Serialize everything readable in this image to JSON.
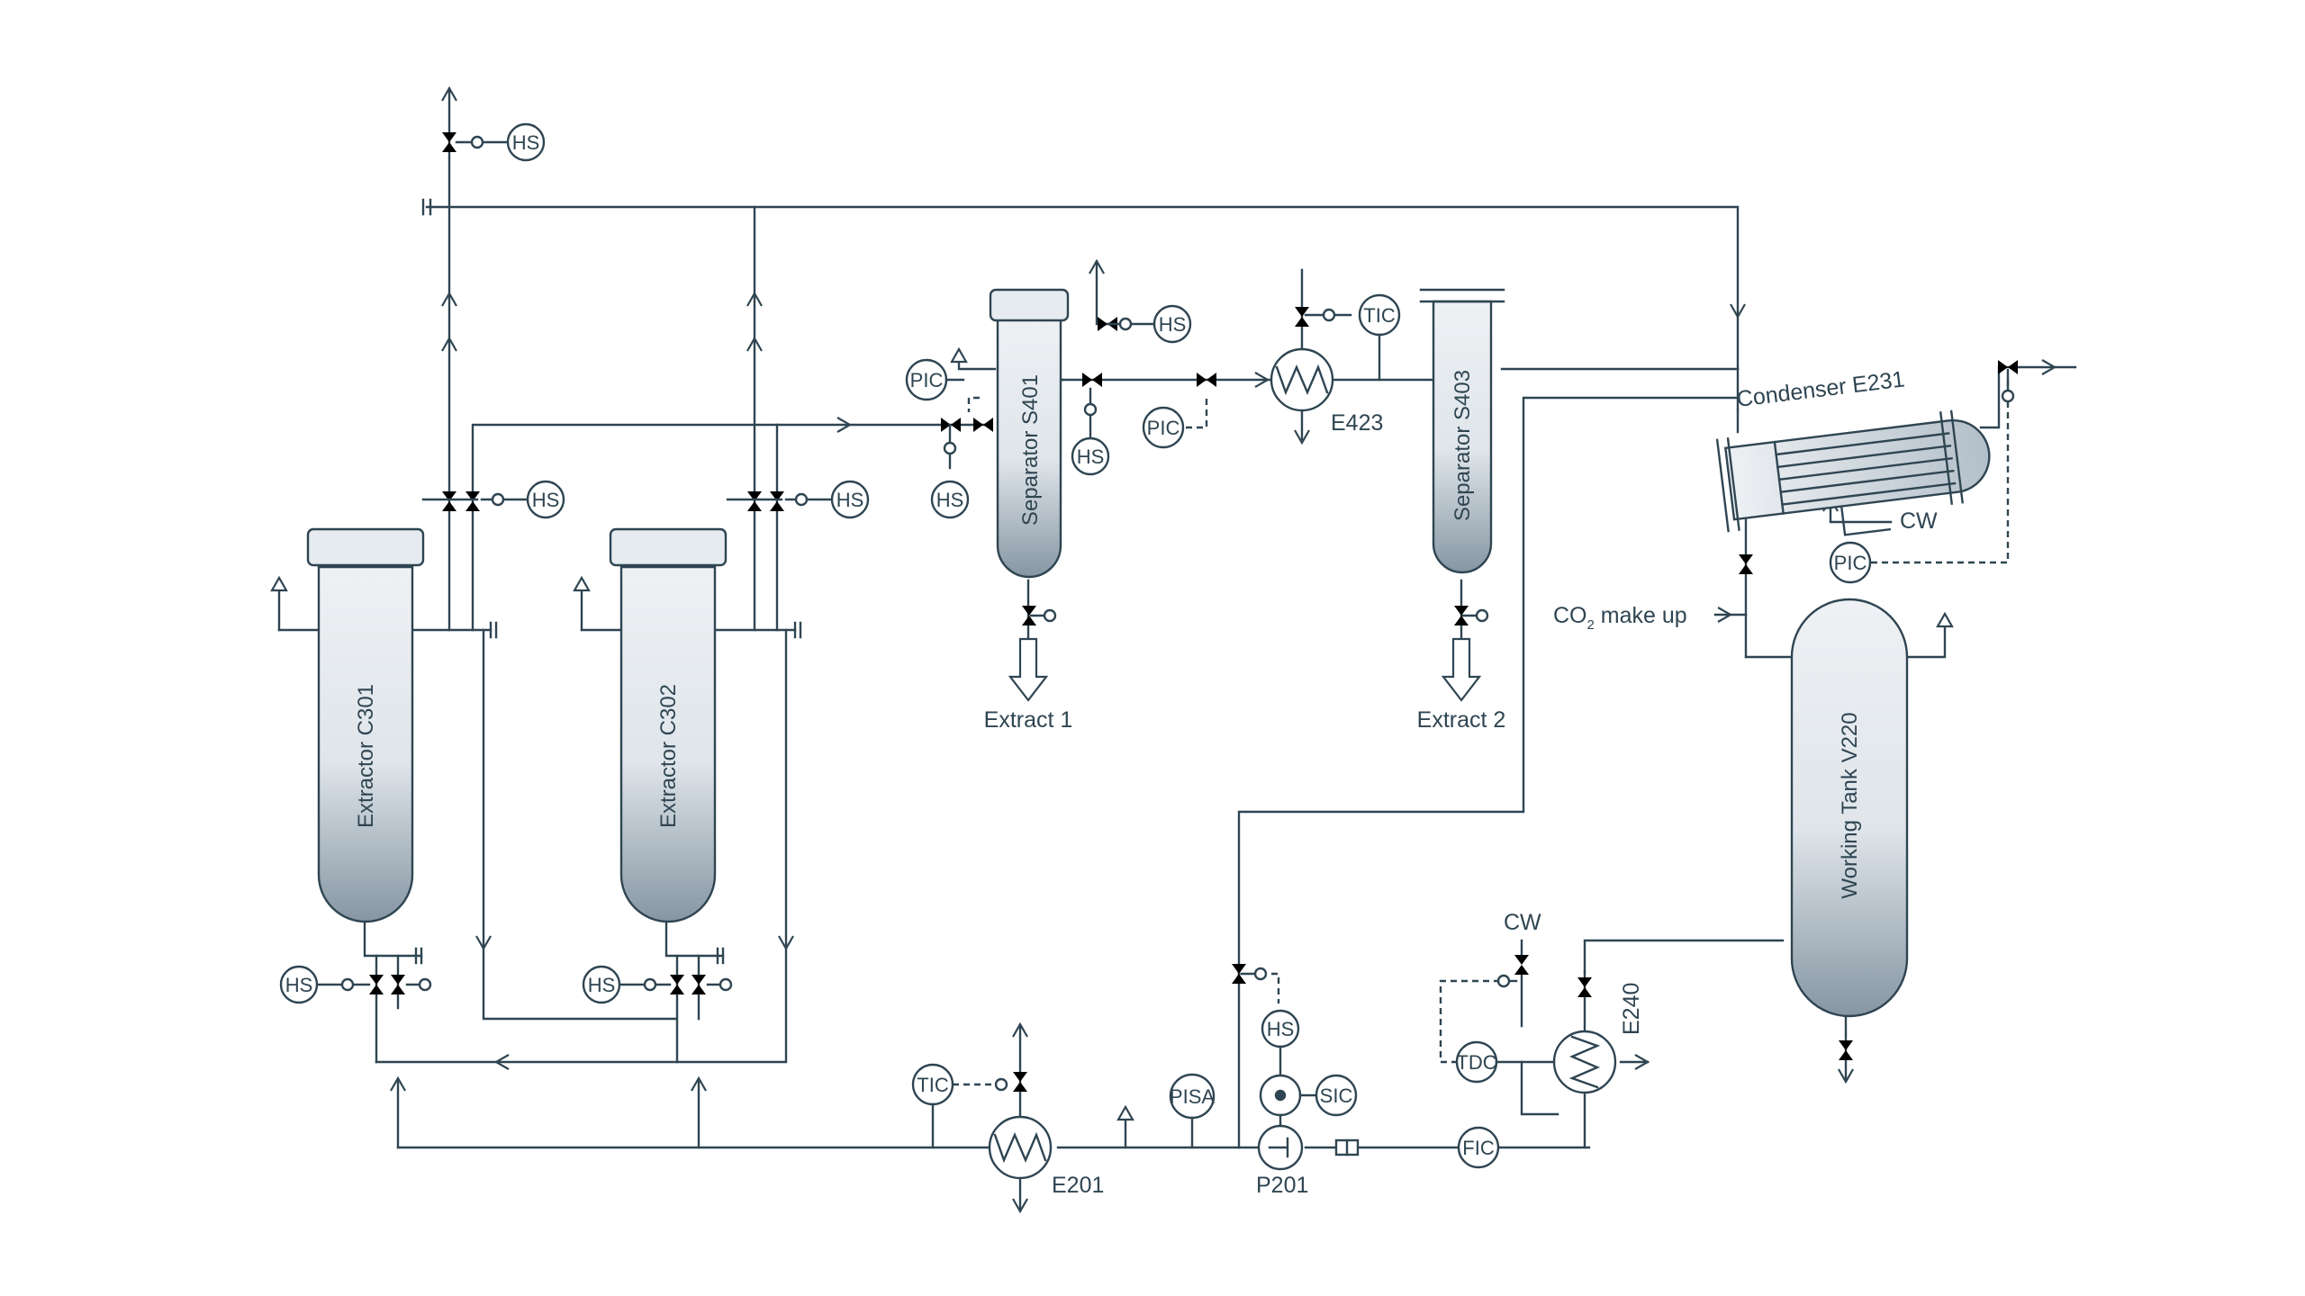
{
  "diagram": {
    "equipment": {
      "extractor_c301": "Extractor C301",
      "extractor_c302": "Extractor C302",
      "separator_s401": "Separator S401",
      "separator_s403": "Separator S403",
      "working_tank_v220": "Working Tank V220",
      "condenser_e231": "Condenser E231",
      "exchanger_e423": "E423",
      "exchanger_e201": "E201",
      "exchanger_e240": "E240",
      "pump_p201": "P201"
    },
    "streams": {
      "extract_1": "Extract 1",
      "extract_2": "Extract 2",
      "co2_makeup_prefix": "CO",
      "co2_makeup_sub": "2",
      "co2_makeup_suffix": " make up",
      "cw_condenser": "CW",
      "cw_e240": "CW"
    },
    "instruments": {
      "hs": "HS",
      "pic": "PIC",
      "tic": "TIC",
      "pisa": "PISA",
      "sic": "SIC",
      "tdc": "TDC",
      "fic": "FIC"
    },
    "colors": {
      "line": "#2f4552",
      "vessel_top": "#eef1f4",
      "vessel_bottom": "#8696a3"
    }
  }
}
